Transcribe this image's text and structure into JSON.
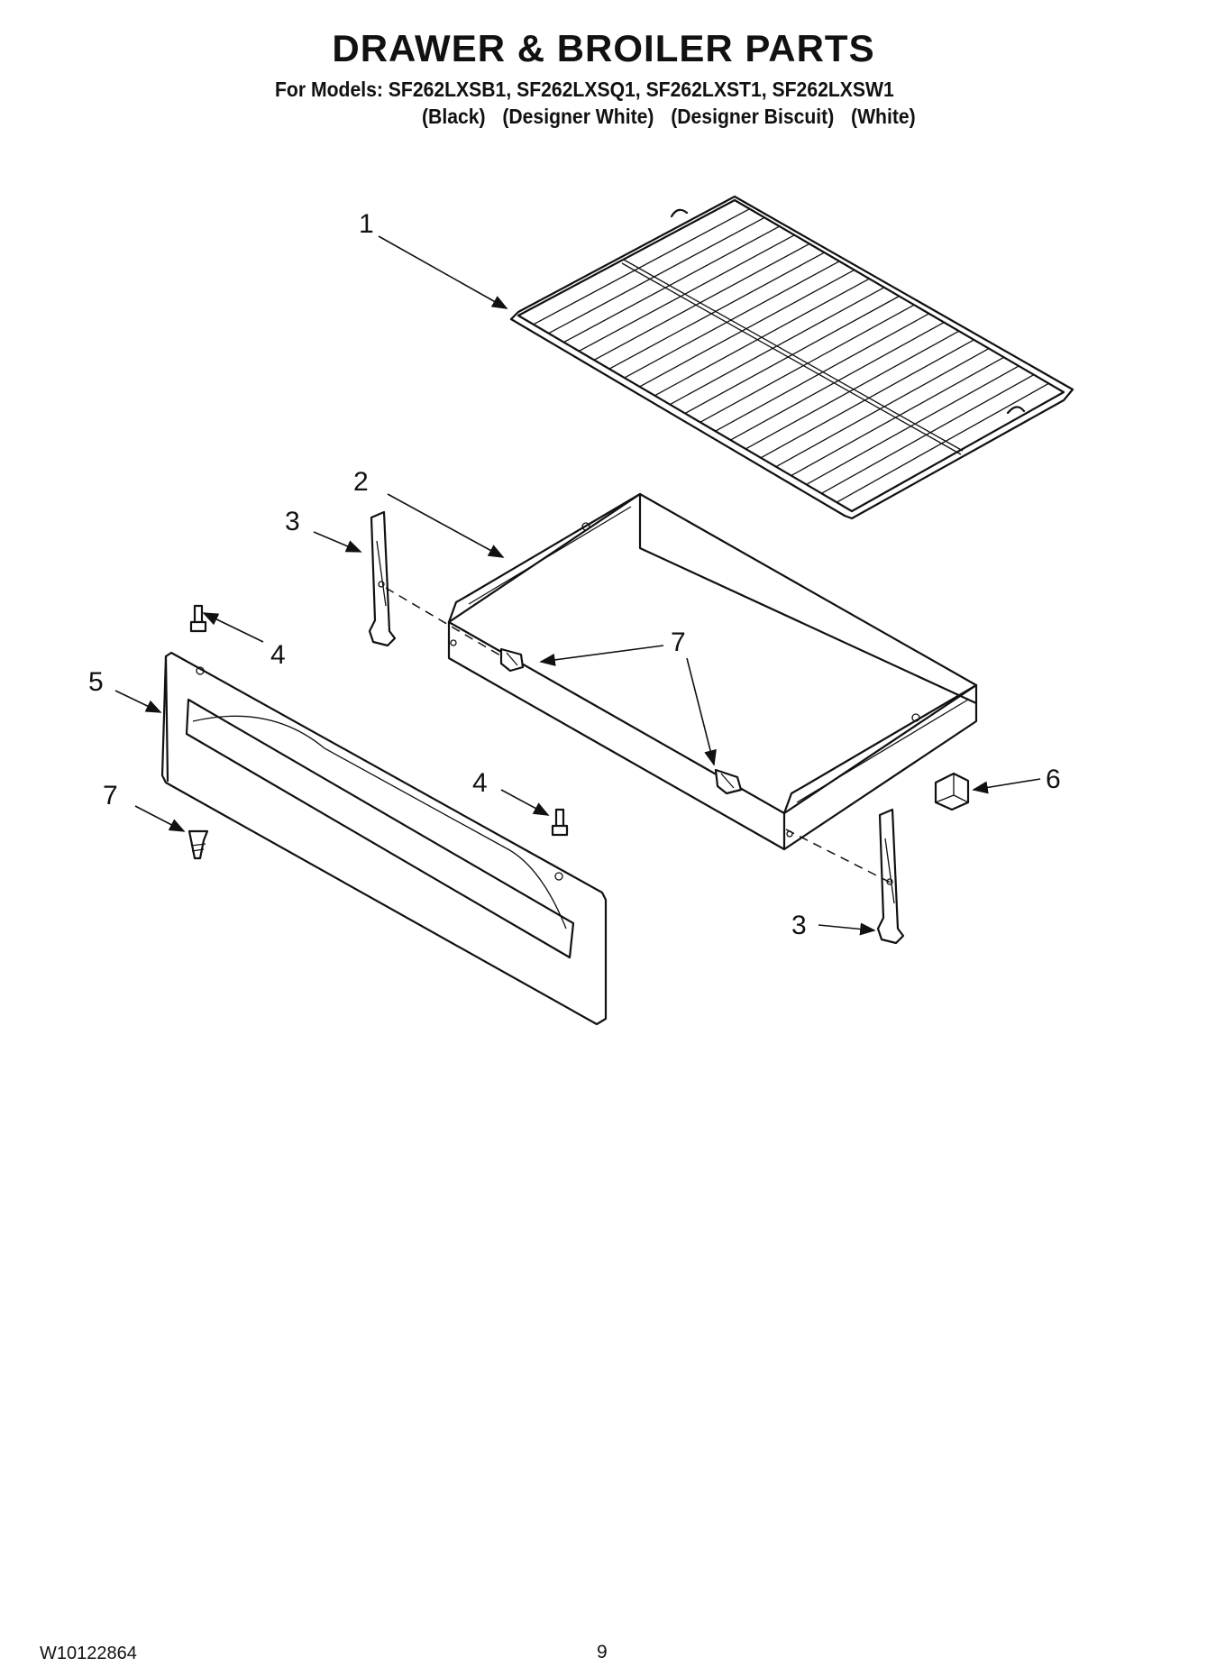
{
  "title": "DRAWER & BROILER PARTS",
  "models_line": "For Models: SF262LXSB1, SF262LXSQ1, SF262LXST1, SF262LXSW1",
  "colors": [
    "(Black)",
    "(Designer White)",
    "(Designer Biscuit)",
    "(White)"
  ],
  "callouts": {
    "rack": "1",
    "drawer": "2",
    "slide_left": "3",
    "slide_right": "3",
    "stud_left": "4",
    "stud_right": "4",
    "panel": "5",
    "clip": "6",
    "screw_drawer": "7",
    "screw_panel": "7"
  },
  "footer": {
    "doc_number": "W10122864",
    "page_number": "9"
  }
}
